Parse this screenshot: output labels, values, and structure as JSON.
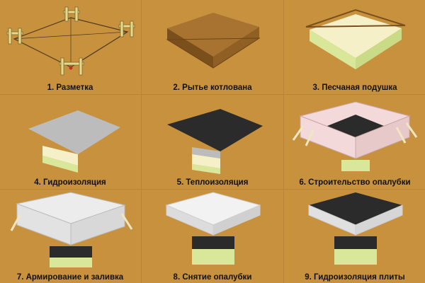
{
  "steps": [
    {
      "label": "1. Разметка"
    },
    {
      "label": "2. Рытье котлована"
    },
    {
      "label": "3. Песчаная подушка"
    },
    {
      "label": "4. Гидроизоляция"
    },
    {
      "label": "5. Теплоизоляция"
    },
    {
      "label": "6. Строительство опалубки"
    },
    {
      "label": "7. Армирование и заливка"
    },
    {
      "label": "8. Снятие опалубки"
    },
    {
      "label": "9. Гидроизоляция плиты"
    }
  ],
  "colors": {
    "soil": "#c8913e",
    "soil_dark": "#8a5c22",
    "sand": "#f6f0c8",
    "sand_side": "#d8e79a",
    "concrete": "#bcbcbc",
    "insulation": "#2b2b2b",
    "formwork": "#f3d9d9",
    "slab": "#f2f2f2",
    "stake": "#e8d88a"
  }
}
